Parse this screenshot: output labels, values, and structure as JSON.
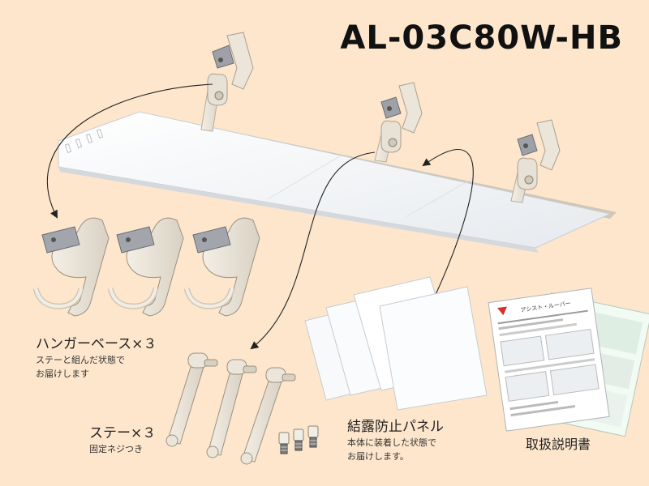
{
  "product": {
    "model_number": "AL-03C80W-HB"
  },
  "components": {
    "hanger": {
      "name": "ハンガーベース×３",
      "note_line1": "ステーと組んだ状態で",
      "note_line2": "お届けします"
    },
    "stay": {
      "name": "ステー×３",
      "note": "固定ネジつき"
    },
    "panel": {
      "name": "結露防止パネル",
      "note_line1": "本体に装着した状態で",
      "note_line2": "お届けします。"
    },
    "manual": {
      "name": "取扱説明書",
      "cover_title": "アシスト・ルーバー"
    }
  },
  "colors": {
    "background": "#fde6cc",
    "panel_white": "#f4f6f8",
    "hardware_ivory": "#eae3d6",
    "metal": "#a8a8a8"
  }
}
